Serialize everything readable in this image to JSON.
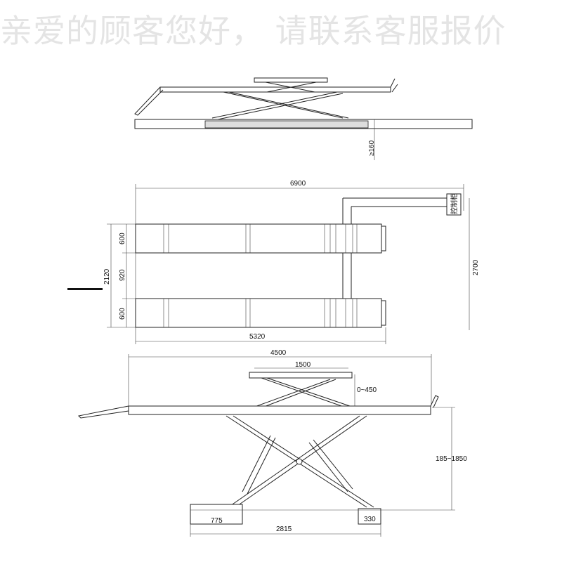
{
  "watermark": "亲爱的顾客您好， 请联系客服报价",
  "top_view": {
    "pit_depth": "≥160"
  },
  "plan_view": {
    "overall_length": "6900",
    "overall_width": "2700",
    "platform_length": "5320",
    "total_width": "2120",
    "platform_width_top": "600",
    "gap_width": "920",
    "platform_width_bottom": "600",
    "control_box": "控制柜"
  },
  "side_view": {
    "platform_length": "4500",
    "secondary_lift_length": "1500",
    "secondary_lift_height": "0~450",
    "lift_height": "185~1850",
    "base_length": "2815",
    "base_left": "775",
    "base_right": "330"
  }
}
